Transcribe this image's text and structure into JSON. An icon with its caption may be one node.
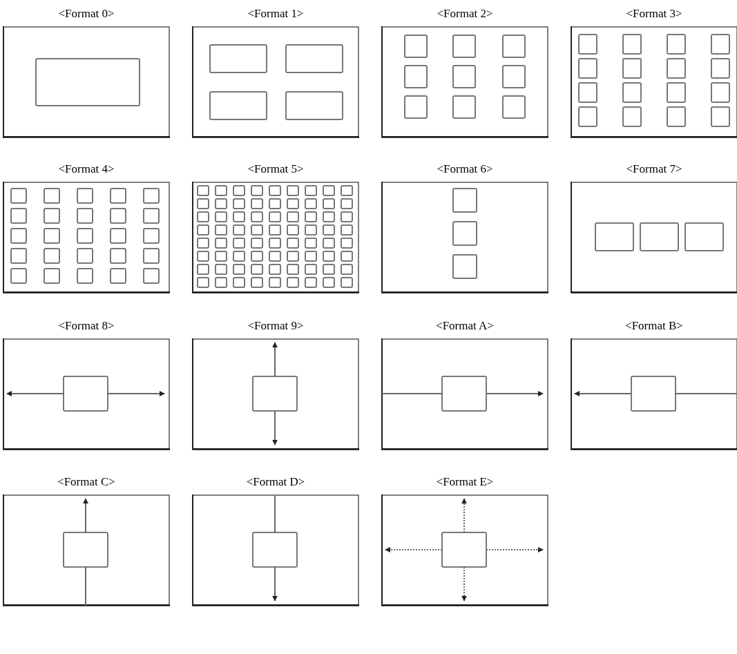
{
  "diagram": {
    "nodes": [
      {
        "text": [
          "<Format 0>"
        ]
      },
      {
        "text": [
          "<Format 1>"
        ]
      },
      {
        "text": [
          "<Format 2>"
        ]
      },
      {
        "text": [
          "<Format 3>"
        ]
      },
      {
        "text": [
          "<Format 4>"
        ]
      },
      {
        "text": [
          "<Format 5>"
        ]
      },
      {
        "text": [
          "<Format 6>"
        ]
      },
      {
        "text": [
          "<Format 7>"
        ]
      },
      {
        "text": [
          "<Format 8>"
        ]
      },
      {
        "text": [
          "<Format 9>"
        ]
      },
      {
        "text": [
          "<Format A>"
        ]
      },
      {
        "text": [
          "<Format B>"
        ]
      },
      {
        "text": [
          "<Format C>"
        ]
      },
      {
        "text": [
          "<Format D>"
        ]
      },
      {
        "text": [
          "<Format E>"
        ]
      }
    ]
  }
}
